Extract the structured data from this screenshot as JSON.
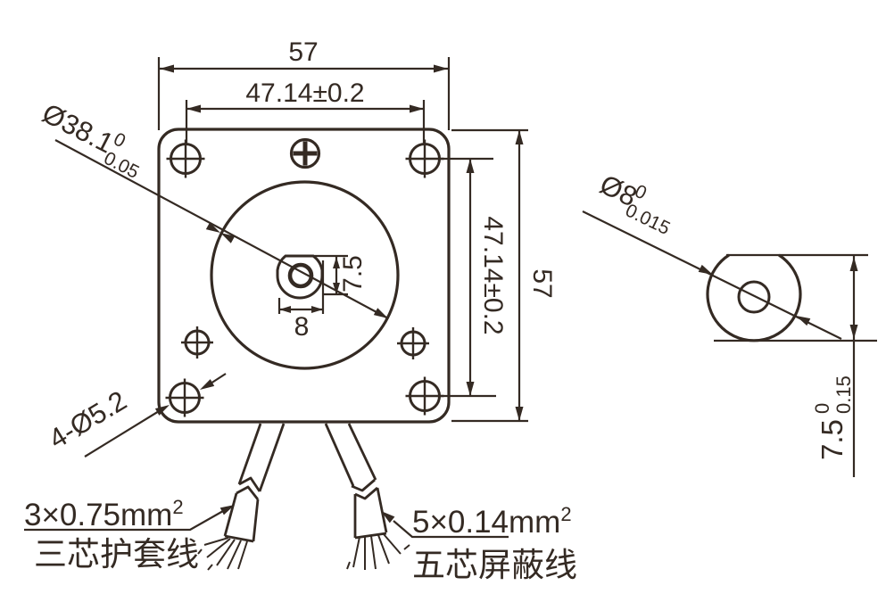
{
  "colors": {
    "ink": "#342a23",
    "bg": "#ffffff"
  },
  "front_view": {
    "dim_width_top": "57",
    "dim_hole_spacing_top": "47.14±0.2",
    "dim_hole_spacing_right": "47.14±0.2",
    "dim_height_right": "57",
    "pilot": {
      "label": "Ø38.1",
      "tol_upper": "0",
      "tol_lower": "0.05"
    },
    "shaft_flat_height": "7.5",
    "shaft_width": "8",
    "mount_holes_label": "4-Ø5.2"
  },
  "shaft_detail": {
    "diameter": {
      "label": "Ø8",
      "tol_upper": "0",
      "tol_lower": "0.015"
    },
    "flat": {
      "label": "7.5",
      "tol_upper": "0",
      "tol_lower": "0.15"
    }
  },
  "cables": {
    "left": {
      "spec": "3×0.75mm",
      "spec_sup": "2",
      "name": "三芯护套线"
    },
    "right": {
      "spec": "5×0.14mm",
      "spec_sup": "2",
      "name": "五芯屏蔽线"
    }
  }
}
